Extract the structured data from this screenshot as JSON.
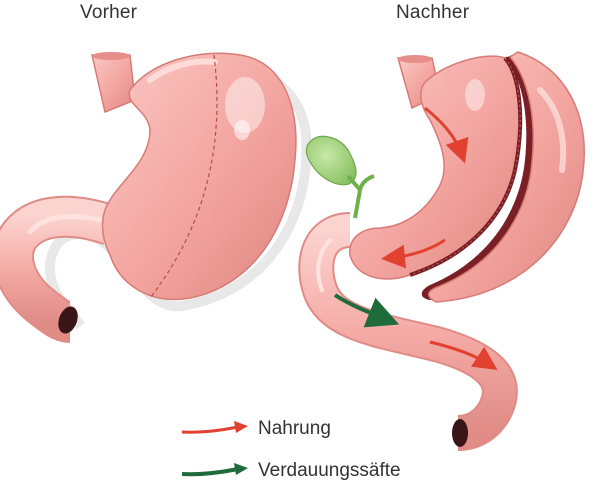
{
  "titles": {
    "before": "Vorher",
    "after": "Nachher"
  },
  "legend": {
    "food": {
      "label": "Nahrung",
      "color": "#e2412f"
    },
    "juices": {
      "label": "Verdauungssäfte",
      "color": "#1f6b3b"
    }
  },
  "colors": {
    "stomach_fill": "#f3a49f",
    "stomach_light": "#fbd0cc",
    "stomach_dark": "#d77b77",
    "cut_line": "#b84a4a",
    "gallbladder": "#9ccf7a",
    "lumen": "#3a1518",
    "background": "#ffffff"
  },
  "icons": [
    "stomach-before-icon",
    "stomach-after-icon",
    "gallbladder-icon",
    "red-arrow-icon",
    "green-arrow-icon"
  ]
}
